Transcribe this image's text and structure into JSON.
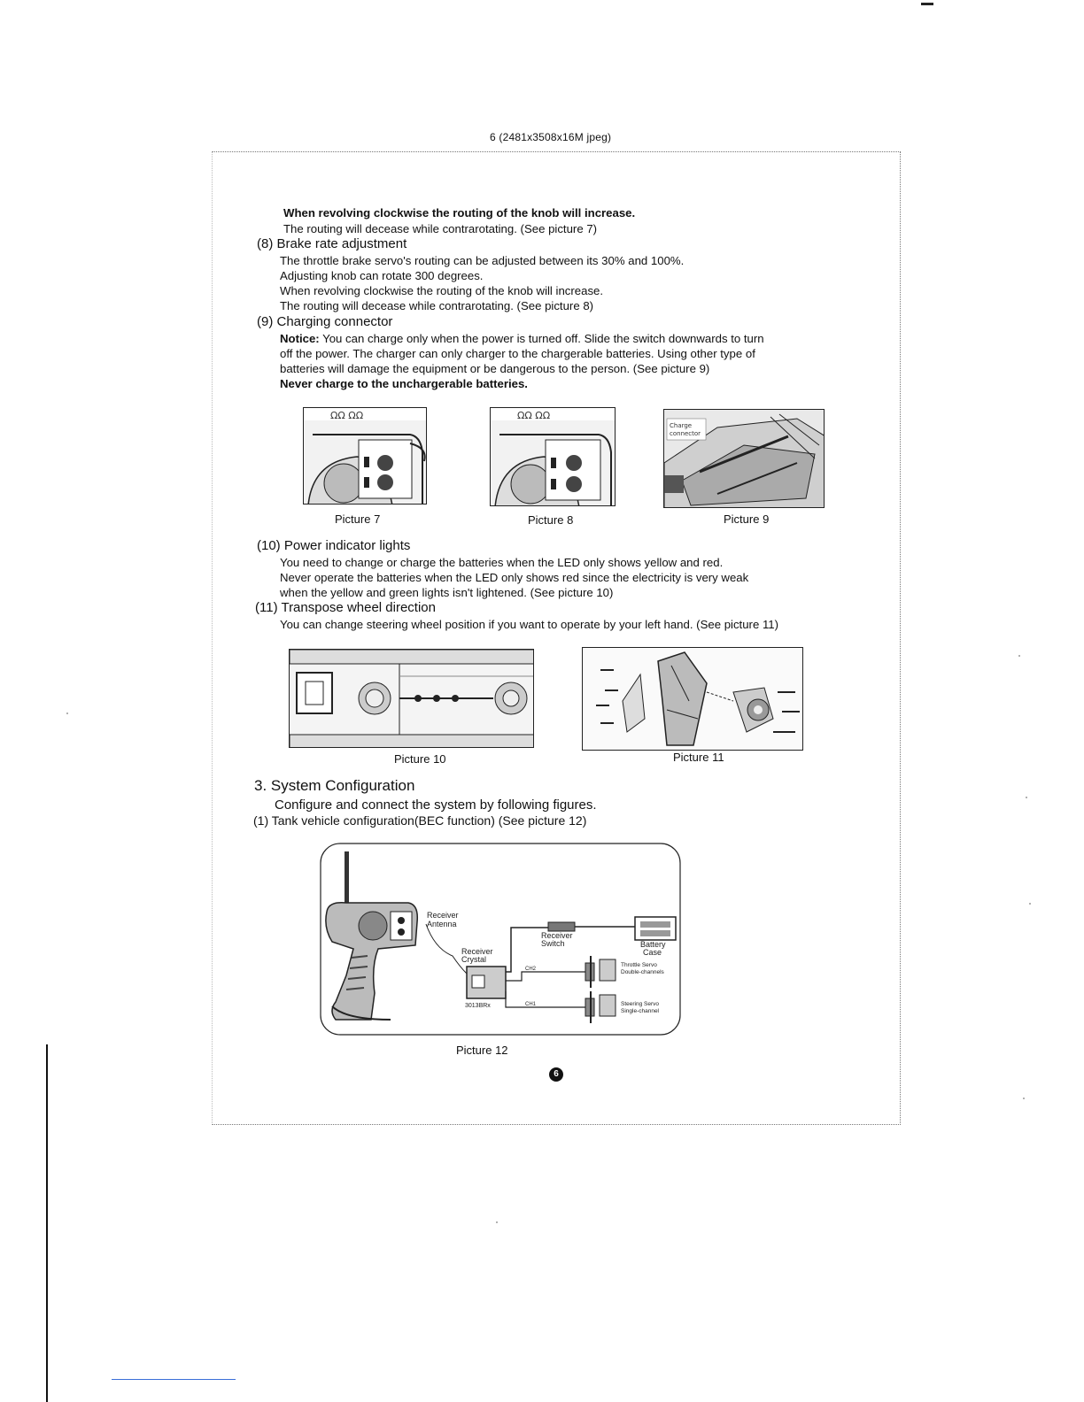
{
  "header": {
    "title": "6 (2481x3508x16M jpeg)"
  },
  "lines": [
    "When revolving clockwise the routing of the knob will increase.",
    "The routing will decease while contrarotating. (See picture 7)",
    "(8) Brake rate adjustment",
    "The throttle brake servo's routing can be adjusted between its 30% and 100%.",
    "Adjusting knob can rotate 300 degrees.",
    "When revolving clockwise the routing of the knob will increase.",
    "The routing will decease while contrarotating. (See picture 8)",
    "(9) Charging connector",
    "Notice:",
    " You can charge only when the power is turned off. Slide the switch downwards to turn",
    "off the power. The charger can only charger to the chargerable batteries. Using other type of",
    "batteries will damage the equipment or be dangerous to the person. (See picture 9)",
    "Never charge to the unchargerable batteries.",
    "(10) Power indicator lights",
    "You need to change or charge the batteries when the LED only shows yellow and red.",
    "Never operate the batteries when the LED only shows red since the electricity is very weak",
    "when the yellow and green lights isn't lightened. (See picture 10)",
    "(11) Transpose wheel direction",
    "You can change steering wheel position if you want to operate by your left hand. (See picture 11)",
    "3. System Configuration",
    "Configure and connect the system by following figures.",
    "(1) Tank vehicle configuration(BEC function)  (See picture 12)"
  ],
  "captions": {
    "pic7": "Picture 7",
    "pic8": "Picture 8",
    "pic9": "Picture 9",
    "pic10": "Picture 10",
    "pic11": "Picture 11",
    "pic12": "Picture 12"
  },
  "diagram12": {
    "receiver_antenna": [
      "Receiver",
      "Antenna"
    ],
    "receiver_crystal": [
      "Receiver",
      "Crystal"
    ],
    "receiver_switch": [
      "Receiver",
      "Switch"
    ],
    "battery_case": [
      "Battery",
      "Case"
    ],
    "throttle_servo": [
      "Throttle Servo",
      "Double-channels"
    ],
    "steering_servo": [
      "Steering Servo",
      "Single-channel"
    ],
    "ch2": "CH2",
    "ch1": "CH1",
    "rx_model": "3013BRx"
  },
  "pic9_label": [
    "Charge",
    "connector"
  ],
  "page_number": "6"
}
